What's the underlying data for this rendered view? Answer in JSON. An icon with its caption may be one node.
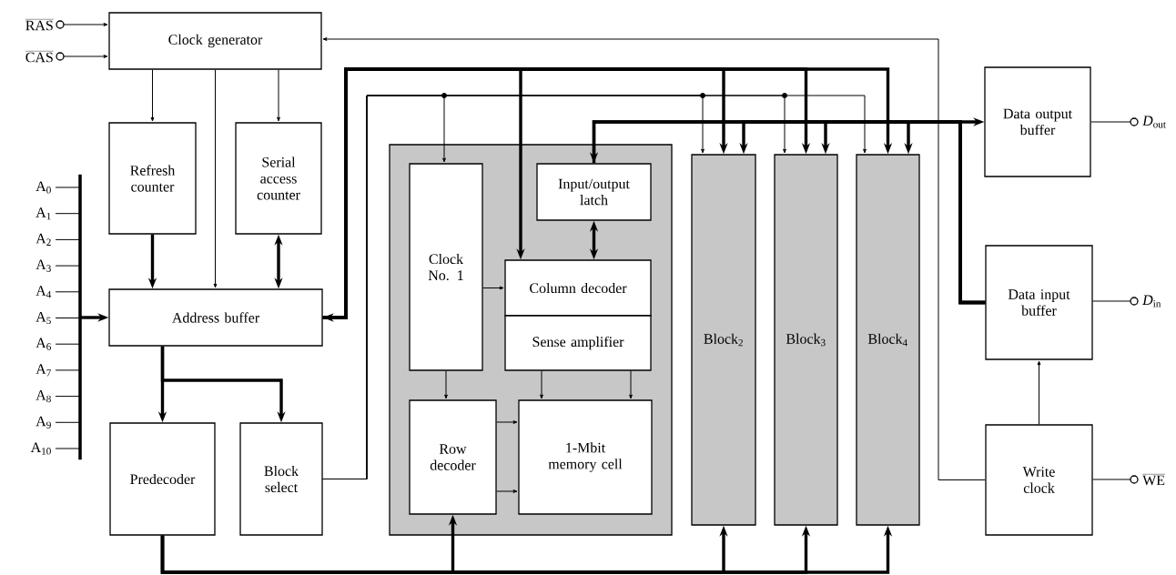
{
  "diagram": {
    "nodes": [
      {
        "text": [
          "\\overline{\\mathrm{RAS}}"
        ]
      },
      {
        "text": [
          "\\overline{\\mathrm{CAS}}"
        ]
      },
      {
        "text": [
          "Clock generator"
        ]
      },
      {
        "text": [
          "Refresh counter"
        ]
      },
      {
        "text": [
          "Serial access counter"
        ]
      },
      {
        "text": [
          "A$_{0}$"
        ]
      },
      {
        "text": [
          "A$_{1}$"
        ]
      },
      {
        "text": [
          "A$_{2}$"
        ]
      },
      {
        "text": [
          "A$_{3}$"
        ]
      },
      {
        "text": [
          "A$_{4}$"
        ]
      },
      {
        "text": [
          "A$_{5}$"
        ]
      },
      {
        "text": [
          "A$_{6}$"
        ]
      },
      {
        "text": [
          "A$_{7}$"
        ]
      },
      {
        "text": [
          "A$_{8}$"
        ]
      },
      {
        "text": [
          "A$_{9}$"
        ]
      },
      {
        "text": [
          "A$_{10}$"
        ]
      },
      {
        "text": [],
        "shape": "bar"
      },
      {
        "text": [
          "Address buffer"
        ]
      },
      {
        "text": [
          "Predecoder"
        ]
      },
      {
        "text": [
          "Block select"
        ]
      },
      {
        "text": [],
        "shape": "box"
      },
      {
        "text": [
          "Clock No. 1"
        ],
        "in": 20
      },
      {
        "text": [
          "Input/output latch"
        ],
        "in": 20
      },
      {
        "text": [
          "Column decoder"
        ],
        "in": 20
      },
      {
        "text": [
          "Sense amplifier"
        ],
        "in": 20
      },
      {
        "text": [
          "Row decoder"
        ],
        "in": 20
      },
      {
        "text": [
          "1-Mbit memory cell"
        ],
        "in": 20
      },
      {
        "text": [
          "Block$_{2}$"
        ]
      },
      {
        "text": [
          "Block$_{3}$"
        ]
      },
      {
        "text": [
          "Block$_{4}$"
        ]
      },
      {
        "text": [
          "Data output buffer"
        ]
      },
      {
        "text": [
          "*D*$_{out}$"
        ]
      },
      {
        "text": [
          "Data input buffer"
        ]
      },
      {
        "text": [
          "*D*$_{in}$"
        ]
      },
      {
        "text": [
          "Write clock"
        ]
      },
      {
        "text": [
          "\\overline{\\mathrm{WE}}"
        ]
      }
    ],
    "edges": [
      {
        "from": 0,
        "to": 2,
        "arrow": "to"
      },
      {
        "from": 1,
        "to": 2,
        "arrow": "to"
      },
      {
        "from": 2,
        "to": 3,
        "arrow": "to"
      },
      {
        "from": 2,
        "to": 17,
        "arrow": "to"
      },
      {
        "from": 2,
        "to": 4,
        "arrow": "to"
      },
      {
        "from": 3,
        "to": 17,
        "arrow": "to",
        "style": "thick"
      },
      {
        "from": 4,
        "to": 17,
        "arrow": "both",
        "style": "thick"
      },
      {
        "from": 5,
        "to": 16,
        "arrow": "none"
      },
      {
        "from": 6,
        "to": 16,
        "arrow": "none"
      },
      {
        "from": 7,
        "to": 16,
        "arrow": "none"
      },
      {
        "from": 8,
        "to": 16,
        "arrow": "none"
      },
      {
        "from": 9,
        "to": 16,
        "arrow": "none"
      },
      {
        "from": 10,
        "to": 16,
        "arrow": "none"
      },
      {
        "from": 11,
        "to": 16,
        "arrow": "none"
      },
      {
        "from": 12,
        "to": 16,
        "arrow": "none"
      },
      {
        "from": 13,
        "to": 16,
        "arrow": "none"
      },
      {
        "from": 14,
        "to": 16,
        "arrow": "none"
      },
      {
        "from": 15,
        "to": 16,
        "arrow": "none"
      },
      {
        "from": 16,
        "to": 17,
        "arrow": "to",
        "style": "thick"
      },
      {
        "from": 17,
        "to": 18,
        "arrow": "to",
        "style": "thick"
      },
      {
        "from": 17,
        "to": 19,
        "arrow": "to",
        "style": "thick"
      },
      {
        "from": 17,
        "to": 23,
        "arrow": "both",
        "style": "thick"
      },
      {
        "from": 17,
        "to": 27,
        "arrow": "to",
        "style": "thick"
      },
      {
        "from": 17,
        "to": 28,
        "arrow": "to",
        "style": "thick"
      },
      {
        "from": 17,
        "to": 29,
        "arrow": "to",
        "style": "thick"
      },
      {
        "from": 19,
        "to": 21,
        "arrow": "to"
      },
      {
        "from": 19,
        "to": 27,
        "arrow": "to"
      },
      {
        "from": 19,
        "to": 28,
        "arrow": "to"
      },
      {
        "from": 19,
        "to": 29,
        "arrow": "to"
      },
      {
        "from": 32,
        "to": 22,
        "arrow": "to",
        "style": "thick"
      },
      {
        "from": 32,
        "to": 27,
        "arrow": "to",
        "style": "thick"
      },
      {
        "from": 32,
        "to": 28,
        "arrow": "to",
        "style": "thick"
      },
      {
        "from": 32,
        "to": 29,
        "arrow": "to",
        "style": "thick"
      },
      {
        "from": 22,
        "to": 30,
        "arrow": "to",
        "style": "thick"
      },
      {
        "from": 22,
        "to": 23,
        "arrow": "both",
        "style": "thick"
      },
      {
        "from": 21,
        "to": 23,
        "arrow": "to"
      },
      {
        "from": 21,
        "to": 25,
        "arrow": "to"
      },
      {
        "from": 24,
        "to": 26,
        "arrow": "to"
      },
      {
        "from": 24,
        "to": 26,
        "arrow": "to"
      },
      {
        "from": 25,
        "to": 26,
        "arrow": "to"
      },
      {
        "from": 25,
        "to": 26,
        "arrow": "to"
      },
      {
        "from": 18,
        "to": 25,
        "arrow": "to",
        "style": "thick"
      },
      {
        "from": 18,
        "to": 27,
        "arrow": "to",
        "style": "thick"
      },
      {
        "from": 18,
        "to": 28,
        "arrow": "to",
        "style": "thick"
      },
      {
        "from": 18,
        "to": 29,
        "arrow": "to",
        "style": "thick"
      },
      {
        "from": 30,
        "to": 31,
        "arrow": "none"
      },
      {
        "from": 32,
        "to": 33,
        "arrow": "none"
      },
      {
        "from": 34,
        "to": 35,
        "arrow": "none"
      },
      {
        "from": 34,
        "to": 32,
        "arrow": "to"
      },
      {
        "from": 34,
        "to": 2,
        "arrow": "to"
      }
    ]
  }
}
